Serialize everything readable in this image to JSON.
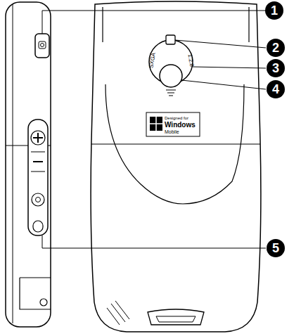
{
  "diagram": {
    "labels": [
      "1",
      "2",
      "3",
      "4",
      "5",
      "Designed for",
      "Windows",
      "Mobile",
      "SXGA",
      "1:2.8"
    ]
  }
}
